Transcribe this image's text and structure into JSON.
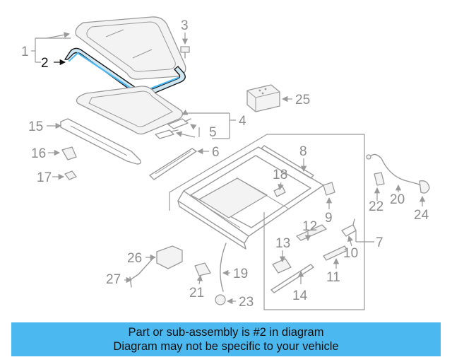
{
  "callouts": {
    "c1": "1",
    "c2": "2",
    "c3": "3",
    "c4": "4",
    "c5": "5",
    "c6": "6",
    "c7": "7",
    "c8": "8",
    "c9": "9",
    "c10": "10",
    "c11": "11",
    "c12": "12",
    "c13": "13",
    "c14": "14",
    "c15": "15",
    "c16": "16",
    "c17": "17",
    "c18": "18",
    "c19": "19",
    "c20": "20",
    "c21": "21",
    "c22": "22",
    "c23": "23",
    "c24": "24",
    "c25": "25",
    "c26": "26",
    "c27": "27"
  },
  "highlight": {
    "part": "2",
    "color": "#4cb8f0"
  },
  "banner": {
    "line1": "Part or sub-assembly is #2 in diagram",
    "line2": "Diagram may not be specific to your vehicle",
    "color": "#4cb8f0"
  }
}
